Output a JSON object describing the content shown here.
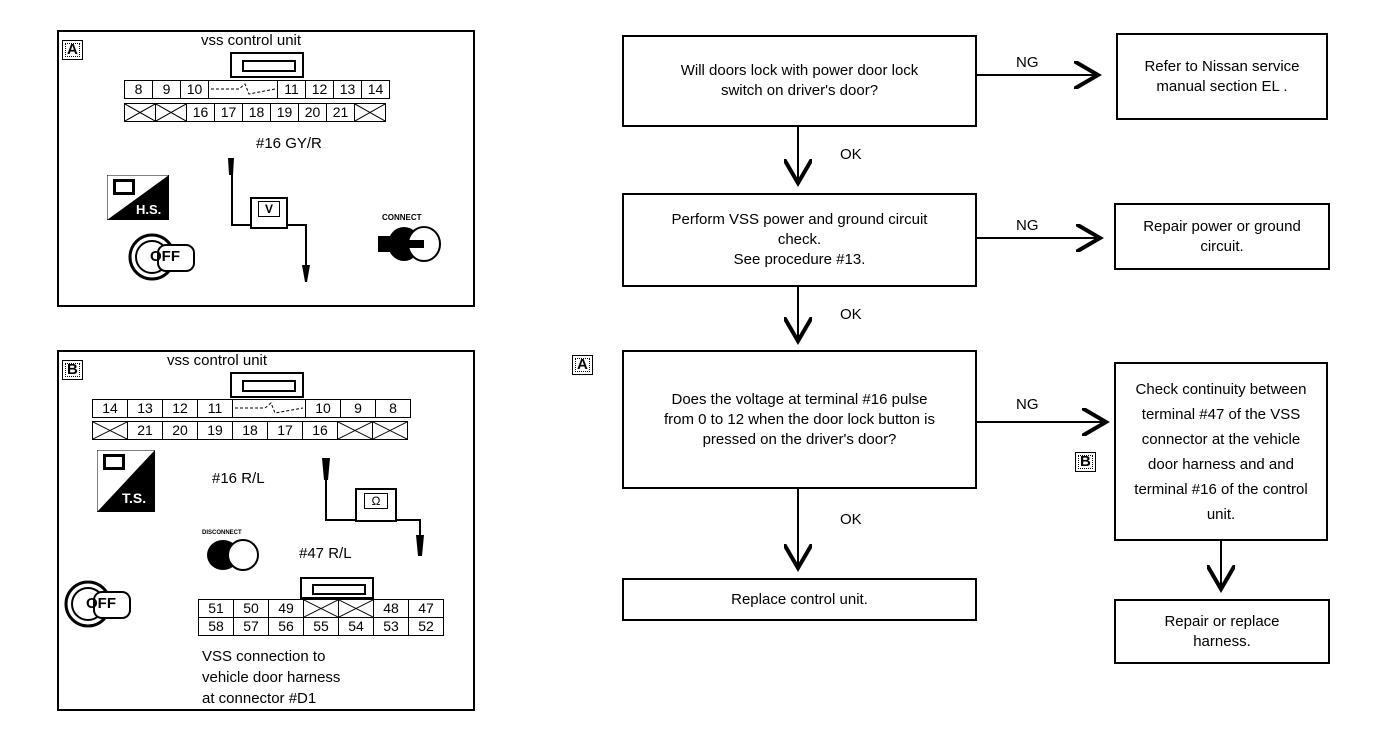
{
  "panelA": {
    "tag": "A",
    "title": "vss control unit",
    "row1": [
      "8",
      "9",
      "10",
      "",
      "11",
      "12",
      "13",
      "14"
    ],
    "row2": [
      "",
      "",
      "16",
      "17",
      "18",
      "19",
      "20",
      "21",
      ""
    ],
    "wire_label": "#16 GY/R",
    "hs_label": "H.S.",
    "meter": "V",
    "connect_label": "CONNECT",
    "key_label": "OFF"
  },
  "panelB": {
    "tag": "B",
    "title": "vss control unit",
    "row1": [
      "14",
      "13",
      "12",
      "11",
      "",
      "10",
      "9",
      "8"
    ],
    "row2": [
      "",
      "21",
      "20",
      "19",
      "18",
      "17",
      "16",
      "",
      ""
    ],
    "wire_label": "#16 R/L",
    "ts_label": "T.S.",
    "meter": "Ω",
    "disconnect_label": "DISCONNECT",
    "wire2_label": "#47 R/L",
    "key_label": "OFF",
    "conn2_row1": [
      "51",
      "50",
      "49",
      "",
      "",
      "48",
      "47"
    ],
    "conn2_row2": [
      "58",
      "57",
      "56",
      "55",
      "54",
      "53",
      "52"
    ],
    "caption": [
      "VSS connection to",
      "vehicle door harness",
      "at connector #D1"
    ]
  },
  "flow": {
    "box1": [
      "Will doors lock with power door lock",
      "switch on driver's door?"
    ],
    "box1_ng": "NG",
    "box1_ng_result": [
      "Refer to Nissan service",
      "manual section EL ."
    ],
    "ok1": "OK",
    "box2": [
      "Perform VSS power and ground circuit",
      "check.",
      "See procedure #13."
    ],
    "box2_ng": "NG",
    "box2_ng_result": [
      "Repair power or ground",
      "circuit."
    ],
    "ok2": "OK",
    "tagA": "A",
    "box3": [
      "Does the voltage at terminal #16 pulse",
      "from 0 to 12  when the door lock button is",
      "pressed on the driver's door?"
    ],
    "box3_ng": "NG",
    "box3_ng_result": [
      "Check continuity between",
      "terminal #47 of the VSS",
      "connector at the vehicle",
      "door harness and and",
      "terminal #16 of the control",
      "unit."
    ],
    "tagB": "B",
    "ok3": "OK",
    "box4": "Replace control unit.",
    "box5": [
      "Repair or replace",
      "harness."
    ]
  }
}
